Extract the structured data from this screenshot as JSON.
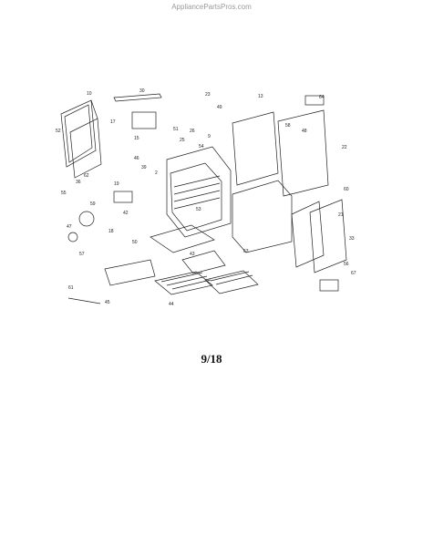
{
  "watermark": "AppliancePartsPros.com",
  "page_number": "9/18",
  "callouts": [
    "10",
    "30",
    "23",
    "49",
    "13",
    "64",
    "52",
    "17",
    "51",
    "26",
    "9",
    "58",
    "48",
    "22",
    "15",
    "25",
    "54",
    "46",
    "62",
    "39",
    "2",
    "55",
    "60",
    "36",
    "19",
    "53",
    "21",
    "33",
    "47",
    "42",
    "44",
    "18",
    "50",
    "57",
    "43",
    "61",
    "63",
    "59",
    "56",
    "67",
    "45"
  ]
}
